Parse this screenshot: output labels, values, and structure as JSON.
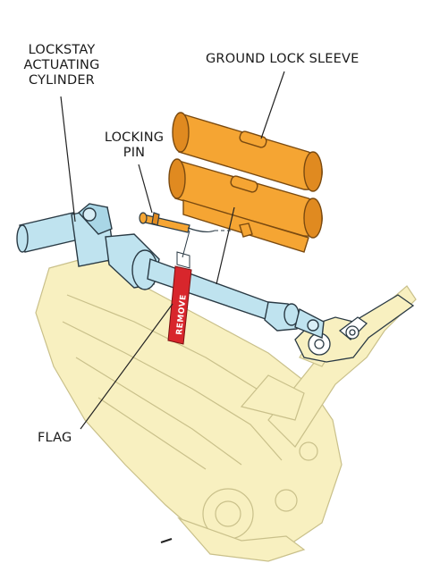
{
  "labels": {
    "lockstay": [
      "LOCKSTAY",
      "ACTUATING",
      "CYLINDER"
    ],
    "ground_lock_sleeve": "GROUND LOCK SLEEVE",
    "locking_pin": [
      "LOCKING",
      "PIN"
    ],
    "flag": "FLAG"
  },
  "flag_text": "REMOVE",
  "colors": {
    "structure_fill": "#f8f0c0",
    "structure_line": "#c9c08a",
    "sleeve_fill": "#f5a533",
    "sleeve_line": "#7a4a10",
    "cylinder_fill": "#bfe3ef",
    "cylinder_line": "#2a3a44",
    "flag_fill": "#d8262c",
    "leader_line": "#222222"
  }
}
